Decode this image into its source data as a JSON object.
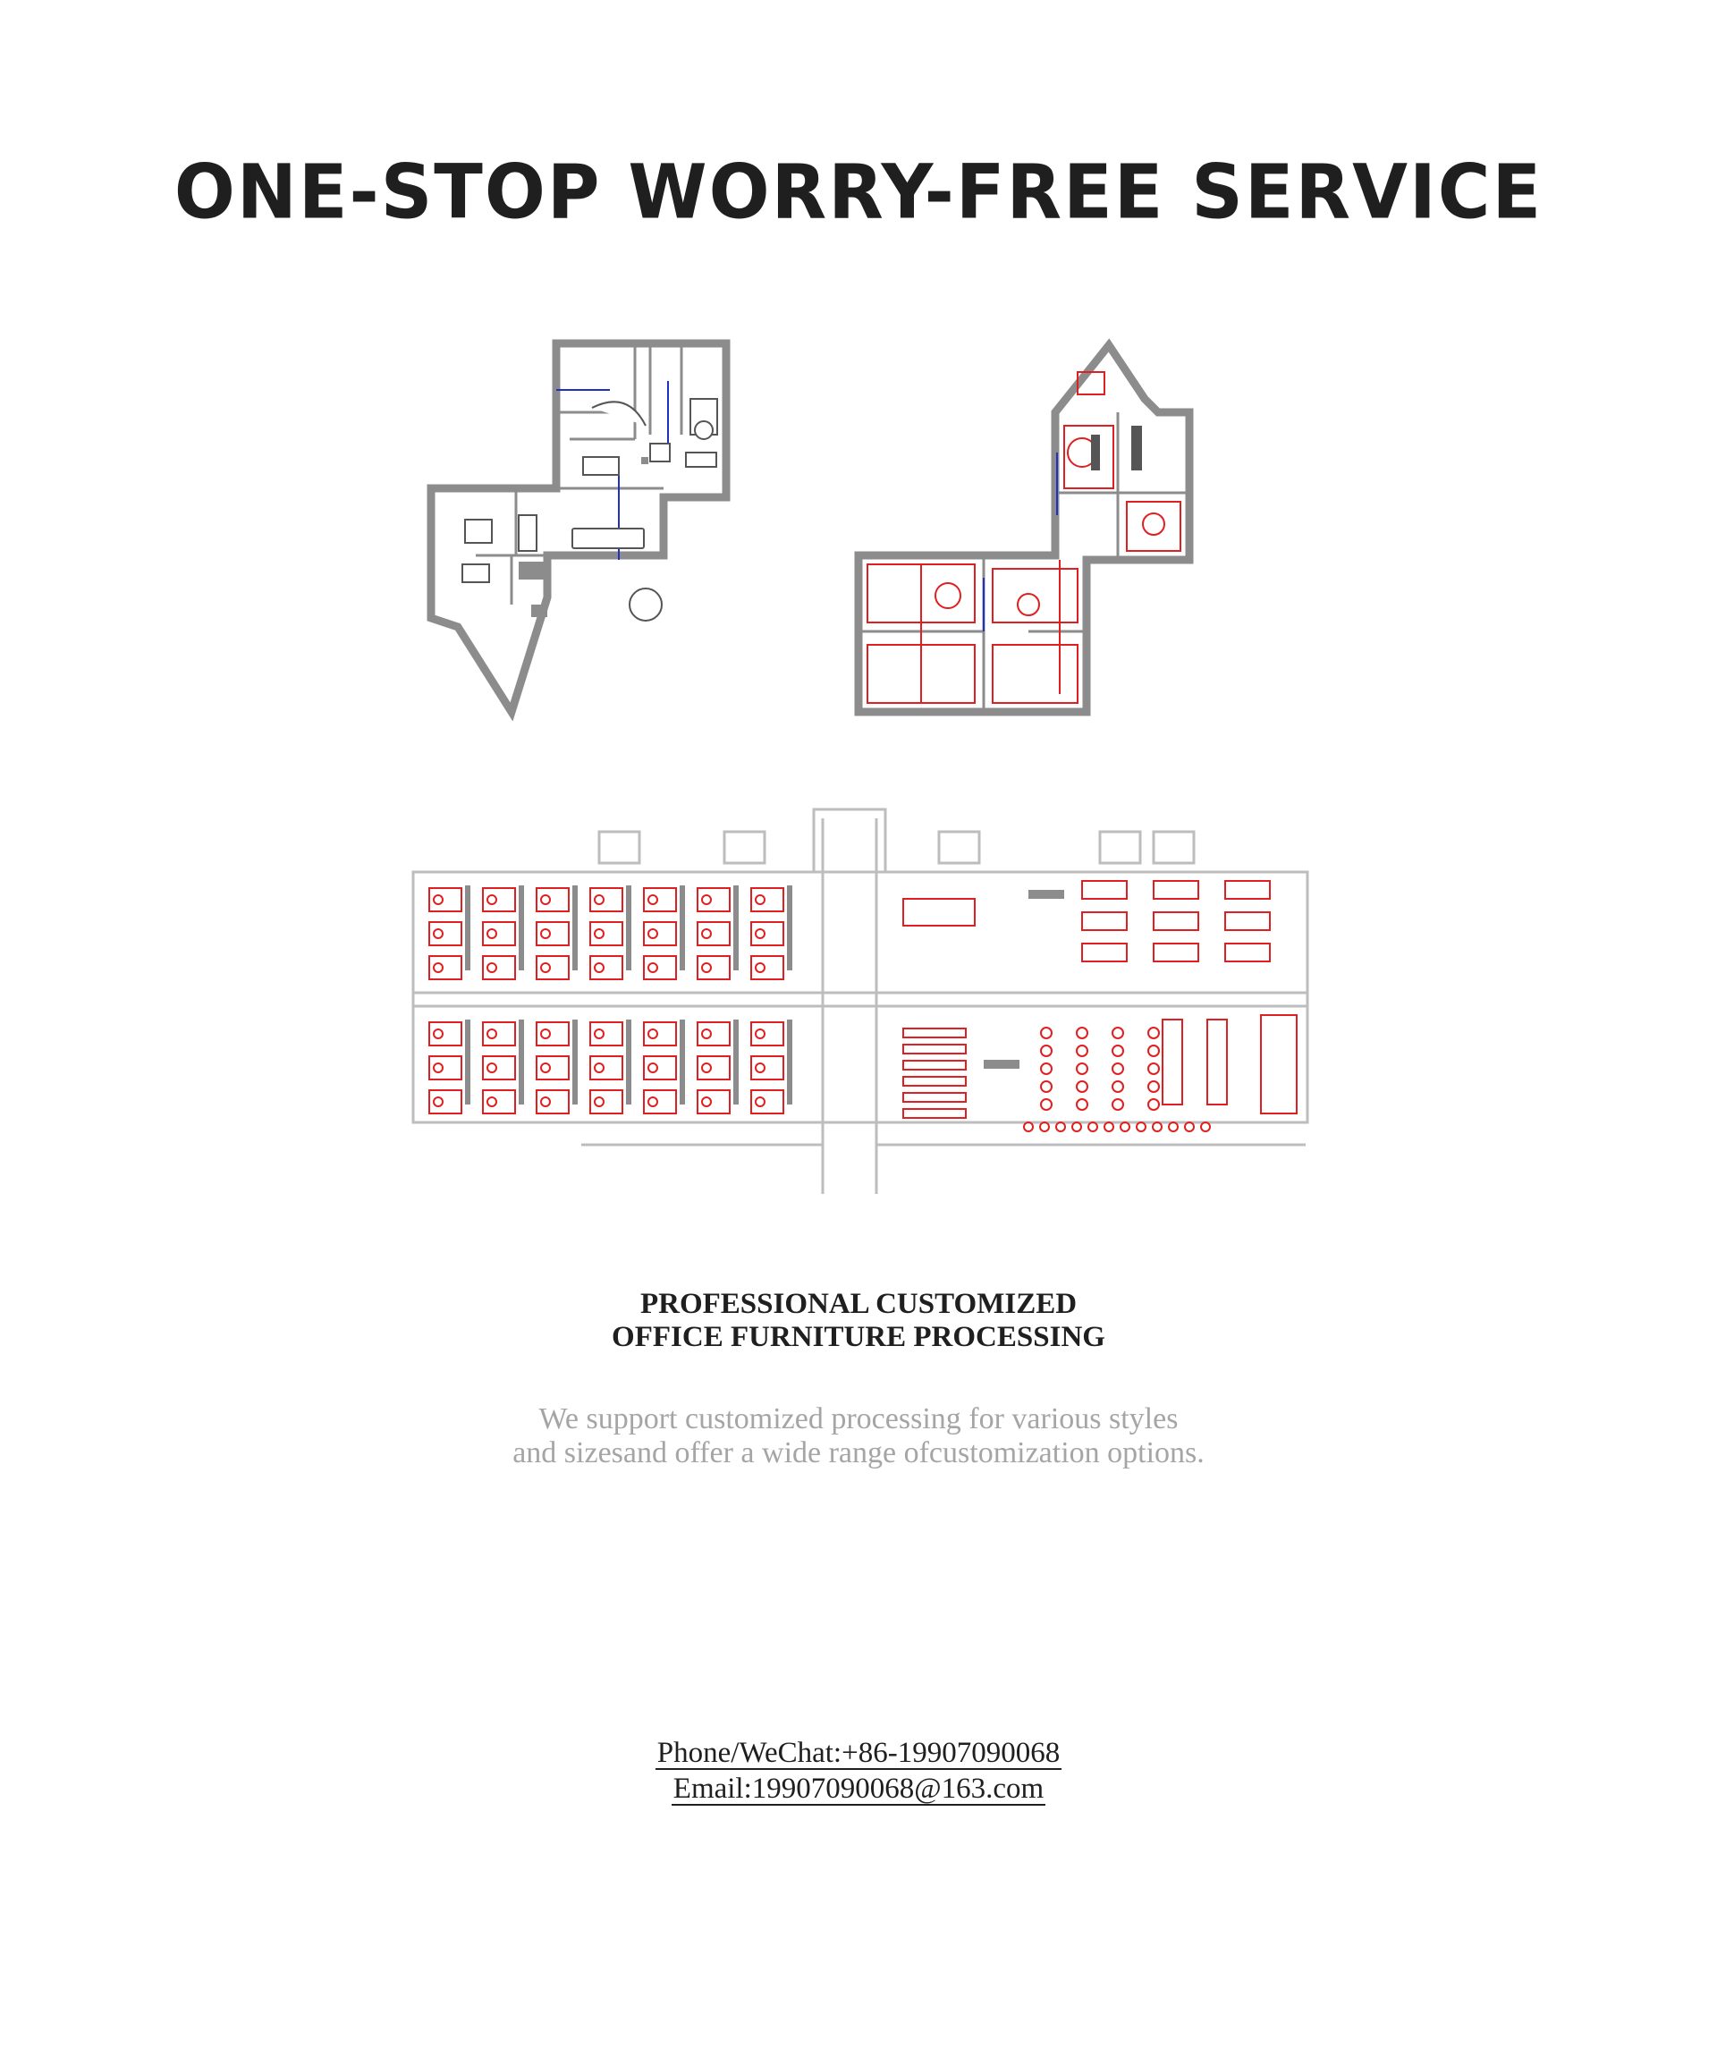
{
  "heading": "ONE-STOP WORRY-FREE SERVICE",
  "plans": {
    "left": {
      "icon": "floor-plan-icon"
    },
    "right": {
      "icon": "floor-plan-icon"
    },
    "bottom": {
      "icon": "floor-plan-icon"
    }
  },
  "section": {
    "title_line1": "PROFESSIONAL CUSTOMIZED",
    "title_line2": "OFFICE FURNITURE PROCESSING",
    "desc_line1": "We support customized processing for various styles",
    "desc_line2": "and sizesand offer a wide range ofcustomization options."
  },
  "contact": {
    "phone": "Phone/WeChat:+86-19907090068",
    "email": "Email:19907090068@163.com"
  },
  "colors": {
    "text": "#1f1f1f",
    "muted": "#a5a5a5",
    "wall": "#8c8c8c",
    "accent_red": "#e02020",
    "accent_blue": "#2030c0"
  }
}
